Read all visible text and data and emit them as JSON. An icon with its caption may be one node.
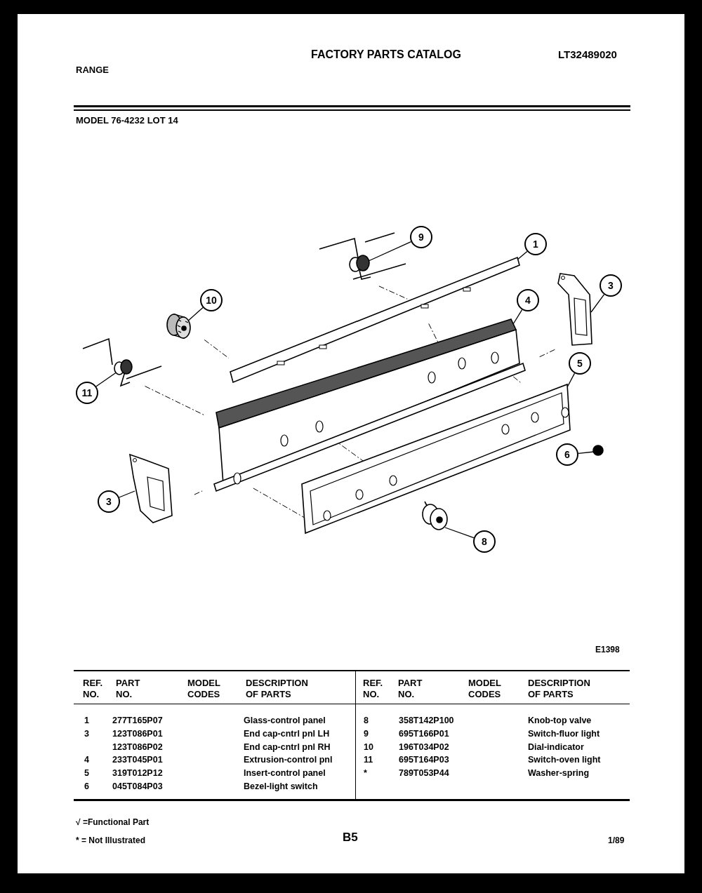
{
  "diagram": {
    "title": "FACTORY PARTS CATALOG",
    "nodes": [
      {
        "text": [
          "9"
        ]
      },
      {
        "text": [],
        "shape": "picture"
      },
      {
        "text": [
          "1"
        ]
      },
      {
        "text": [],
        "shape": "picture"
      },
      {
        "text": [
          "10"
        ]
      },
      {
        "text": [],
        "shape": "cylinder"
      },
      {
        "text": [
          "4"
        ]
      },
      {
        "text": [],
        "shape": "picture"
      },
      {
        "text": [
          "3"
        ]
      },
      {
        "text": [],
        "shape": "picture"
      },
      {
        "text": [
          "5"
        ]
      },
      {
        "text": [],
        "shape": "picture"
      },
      {
        "text": [
          "11"
        ]
      },
      {
        "text": [],
        "shape": "picture"
      },
      {
        "text": [
          "6"
        ]
      },
      {
        "text": [],
        "shape": "circle"
      },
      {
        "text": [
          "3"
        ]
      },
      {
        "text": [],
        "shape": "picture"
      },
      {
        "text": [
          "8"
        ]
      },
      {
        "text": [],
        "shape": "picture"
      }
    ],
    "edges": [
      {
        "from": 0,
        "to": 1,
        "arrow": "none"
      },
      {
        "from": 2,
        "to": 3,
        "arrow": "none"
      },
      {
        "from": 4,
        "to": 5,
        "arrow": "none"
      },
      {
        "from": 6,
        "to": 7,
        "arrow": "none"
      },
      {
        "from": 8,
        "to": 9,
        "arrow": "none"
      },
      {
        "from": 10,
        "to": 11,
        "arrow": "none"
      },
      {
        "from": 12,
        "to": 13,
        "arrow": "none"
      },
      {
        "from": 14,
        "to": 15,
        "arrow": "none"
      },
      {
        "from": 16,
        "to": 17,
        "arrow": "none"
      },
      {
        "from": 18,
        "to": 19,
        "arrow": "none"
      }
    ],
    "labels": [
      "RANGE",
      "LT32489020",
      "MODEL 76-4232 LOT 14",
      "E1398",
      "REF. NO.",
      "PART NO.",
      "MODEL CODES",
      "DESCRIPTION OF PARTS",
      "REF. NO.",
      "PART NO.",
      "MODEL CODES",
      "DESCRIPTION OF PARTS",
      "1",
      "277T165P07",
      "Glass-control panel",
      "8",
      "358T142P100",
      "Knob-top valve",
      "3",
      "123T086P01",
      "End cap-cntrl pnl LH",
      "9",
      "695T166P01",
      "Switch-fluor light",
      "123T086P02",
      "End cap-cntrl pnl RH",
      "10",
      "196T034P02",
      "Dial-indicator",
      "4",
      "233T045P01",
      "Extrusion-control pnl",
      "11",
      "695T164P03",
      "Switch-oven light",
      "5",
      "319T012P12",
      "Insert-control panel",
      "*",
      "789T053P44",
      "Washer-spring",
      "6",
      "045T084P03",
      "Bezel-light switch",
      "√ =Functional Part",
      "* = Not Illustrated",
      "B5",
      "1/89"
    ]
  }
}
